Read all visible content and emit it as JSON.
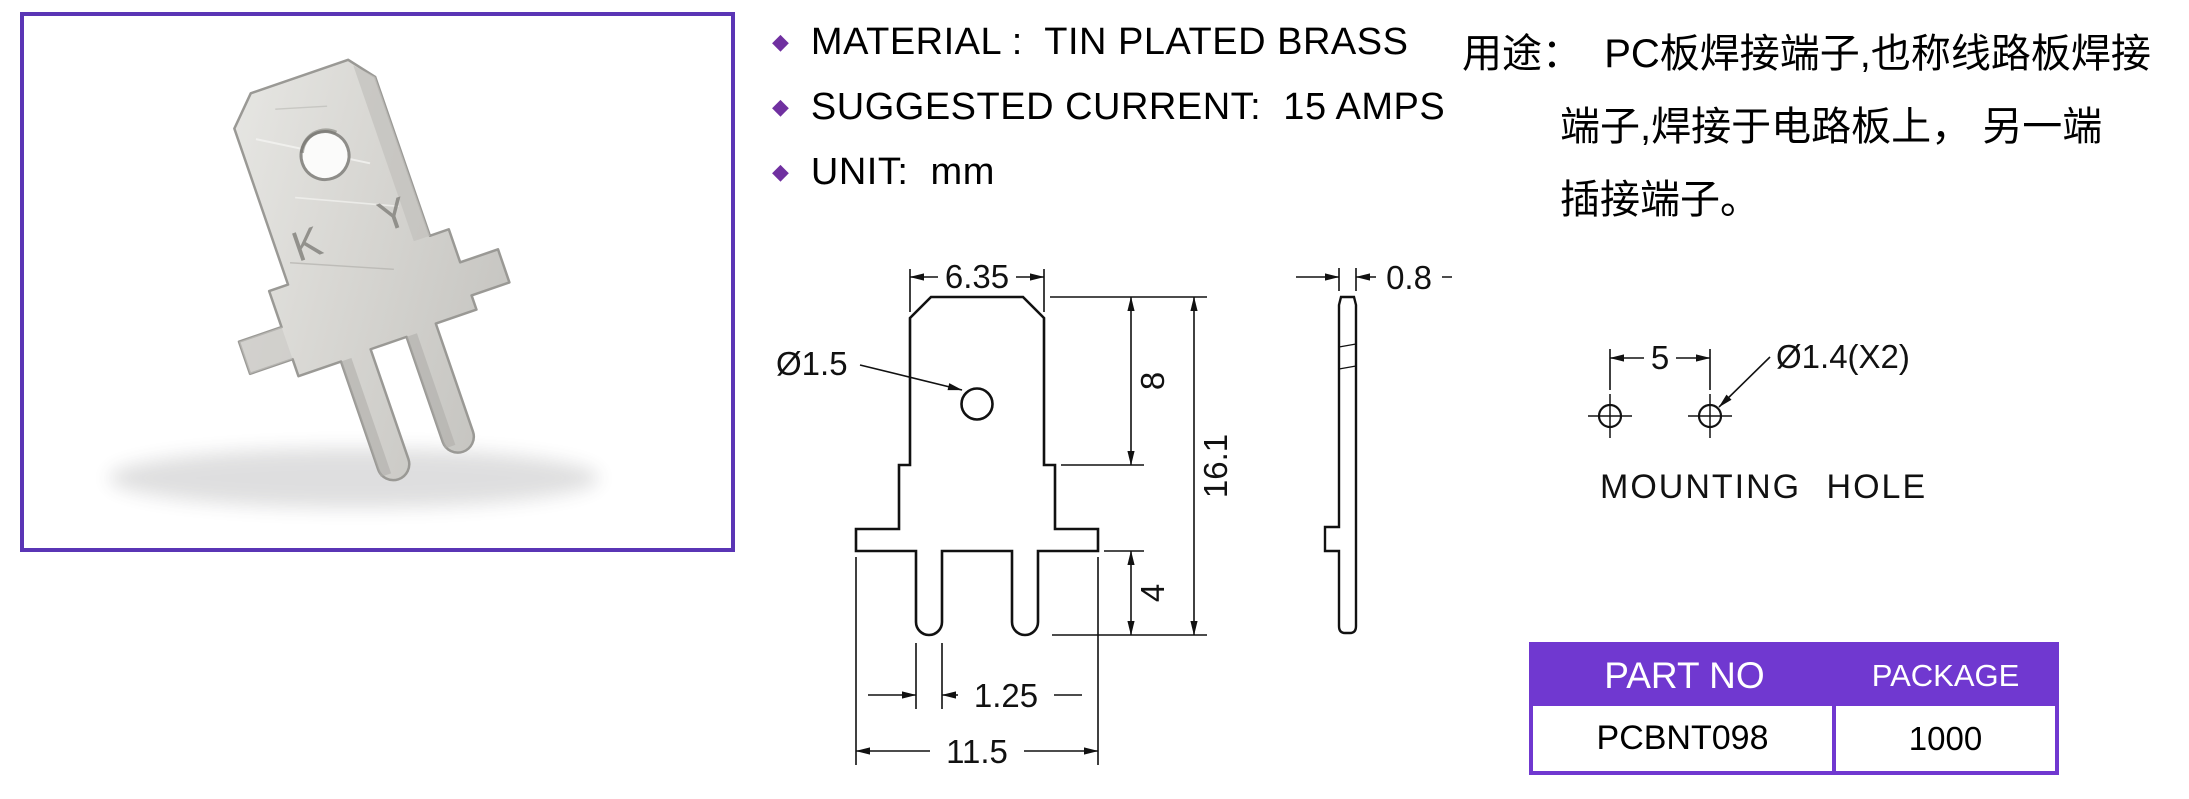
{
  "colors": {
    "accent_purple": "#7038d0",
    "photo_border": "#5a35b5",
    "bullet_purple": "#7030a0",
    "drawing_line": "#111111"
  },
  "icons": {
    "bullet": "◆"
  },
  "photo": {
    "stamp": "K Y"
  },
  "specs": {
    "items": [
      "MATERIAL :  TIN PLATED BRASS",
      "SUGGESTED CURRENT:  15 AMPS",
      "UNIT:  mm"
    ]
  },
  "usage": {
    "lines": [
      "用途：  PC板焊接端子,也称线路板焊接",
      "端子,焊接于电路板上， 另一端",
      "插接端子。"
    ]
  },
  "drawing": {
    "front_view": {
      "tab_width": "6.35",
      "hole_diameter": "Ø1.5",
      "tab_height": "8",
      "total_height": "16.1",
      "leg_length": "4",
      "leg_width": "1.25",
      "body_width": "11.5"
    },
    "side_view": {
      "thickness": "0.8"
    },
    "mounting": {
      "hole_pitch": "5",
      "hole_diameter": "Ø1.4(X2)",
      "caption": "MOUNTING HOLE"
    }
  },
  "table": {
    "headers": [
      "PART NO",
      "PACKAGE"
    ],
    "rows": [
      [
        "PCBNT098",
        "1000"
      ]
    ]
  }
}
